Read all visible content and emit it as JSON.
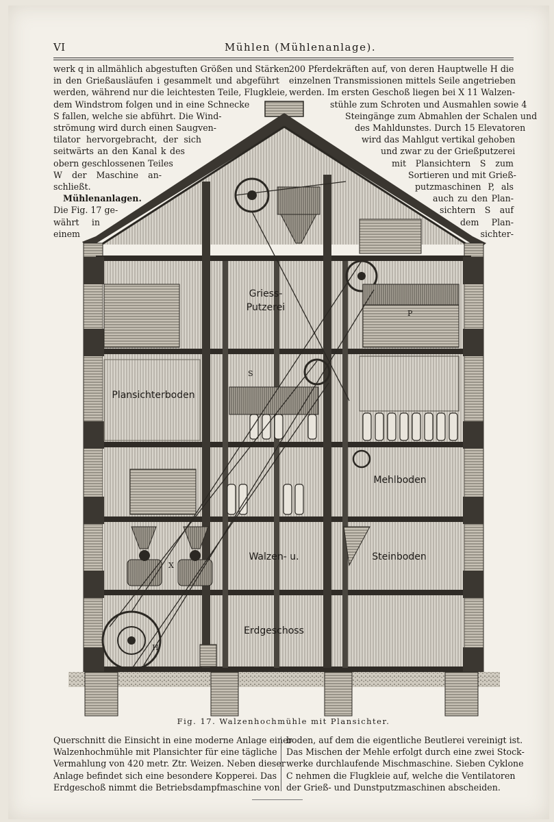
{
  "header": {
    "page_number": "VI",
    "running_title": "Mühlen (Mühlenanlage)."
  },
  "top_left_lines": [
    "werk q in allmählich abgestuften Größen und Stärken",
    "in den Grießausläufen i gesammelt und abgeführt",
    "werden, während nur die leichtesten Teile, Flugkleie,",
    "dem Windstrom folgen und in eine Schnecke",
    "S fallen, welche sie abführt. Die Wind-",
    "strömung wird durch einen Saugven-",
    "tilator hervorgebracht, der sich",
    "seitwärts an den Kanal k des",
    "obern geschlossenen Teiles",
    "W der Maschine an-",
    "schließt.",
    "Mühlenanlagen.",
    "Die Fig. 17 ge-",
    "währt in",
    "einem"
  ],
  "top_right_lines": [
    "200 Pferdekräften auf, von deren Hauptwelle H die",
    "einzelnen Transmissionen mittels Seile angetrieben",
    "werden. Im ersten Geschoß liegen bei X 11 Walzen-",
    "stühle zum Schroten und Ausmahlen sowie 4",
    "Steingänge zum Abmahlen der Schalen und",
    "des Mahldunstes. Durch 15 Elevatoren",
    "wird das Mahlgut vertikal gehoben",
    "und zwar zu der Grießputzerei",
    "mit Plansichtern S zum",
    "Sortieren und mit Grieß-",
    "putzmaschinen P, als",
    "auch zu den Plan-",
    "sichtern S auf",
    "dem Plan-",
    "sichter-"
  ],
  "illustration": {
    "labels": {
      "griess1": "Griess-",
      "griess2": "Putzerei",
      "plansichter": "Plansichterboden",
      "mehl": "Mehlboden",
      "walzen": "Walzen- u.",
      "stein": "Steinboden",
      "erd": "Erdgeschoss",
      "mark_x": "X",
      "mark_h": "H",
      "mark_p": "P",
      "mark_s": "S"
    }
  },
  "caption": "Fig. 17.  Walzenhochmühle mit Plansichter.",
  "bottom_left_lines": [
    "Querschnitt die Einsicht in eine moderne Anlage einer",
    "Walzenhochmühle mit Plansichter für eine tägliche",
    "Vermahlung von 420 metr. Ztr. Weizen. Neben dieser",
    "Anlage befindet sich eine besondere Kopperei. Das",
    "Erdgeschoß nimmt die Betriebsdampfmaschine von"
  ],
  "bottom_right_lines": [
    "boden, auf dem die eigentliche Beutlerei vereinigt ist.",
    "Das Mischen der Mehle erfolgt durch eine zwei Stock-",
    "werke durchlaufende Mischmaschine. Sieben Cyklone",
    "C nehmen die Flugkleie auf, welche die Ventilatoren",
    "der Grieß- und Dunstputzmaschinen abscheiden."
  ]
}
